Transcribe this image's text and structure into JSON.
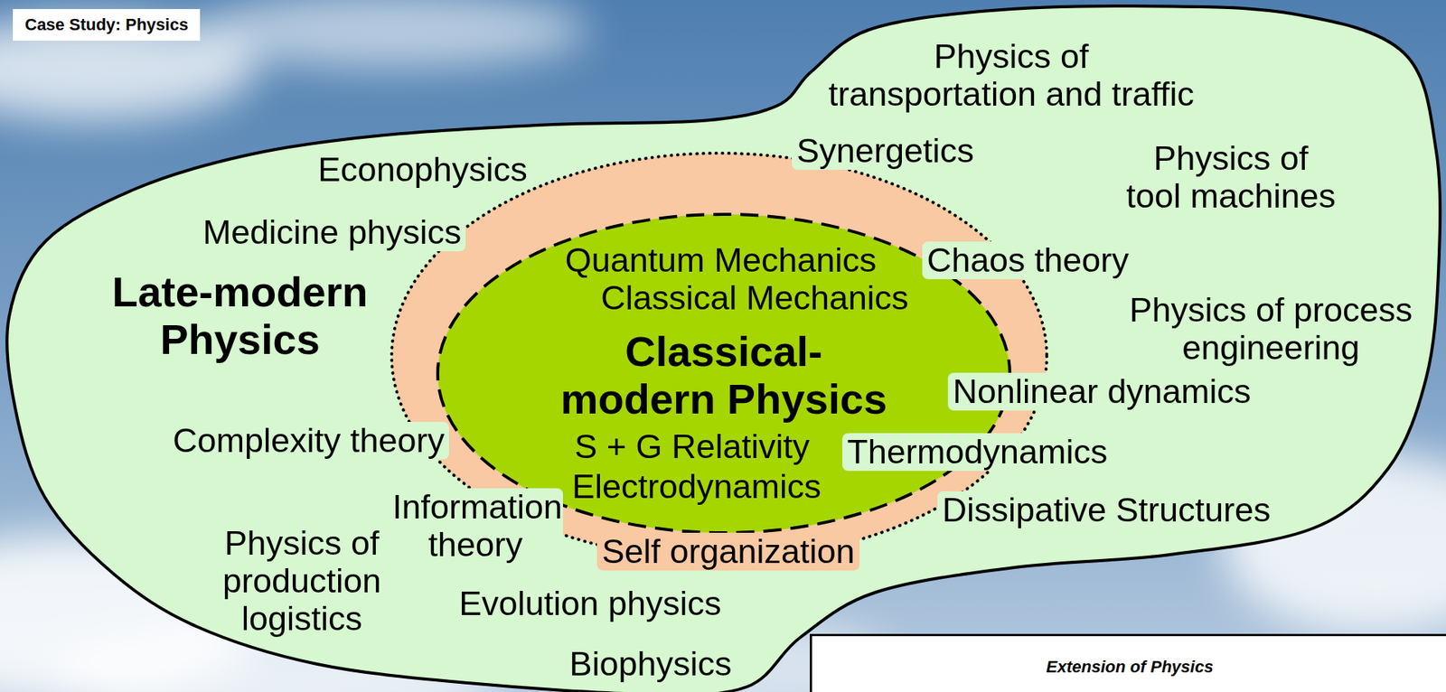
{
  "diagram": {
    "nodes": [
      {
        "text": [
          "Case Study: Physics"
        ]
      },
      {
        "text": [
          "Late-modern Physics",
          "Econophysics",
          "Medicine physics",
          "Complexity theory",
          "Information theory",
          "Physics of production logistics",
          "Evolution physics",
          "Biophysics",
          "Synergetics",
          "Physics of transportation and traffic",
          "Physics of tool machines",
          "Chaos theory",
          "Physics of process engineering",
          "Nonlinear dynamics",
          "Thermodynamics",
          "Dissipative Structures",
          "Self organization"
        ]
      },
      {
        "text": [
          "Classical-modern Physics",
          "Quantum Mechanics",
          "Classical Mechanics",
          "S + G Relativity",
          "Electrodynamics"
        ],
        "in": 1
      },
      {
        "text": [
          "Extension of Physics"
        ]
      }
    ]
  }
}
